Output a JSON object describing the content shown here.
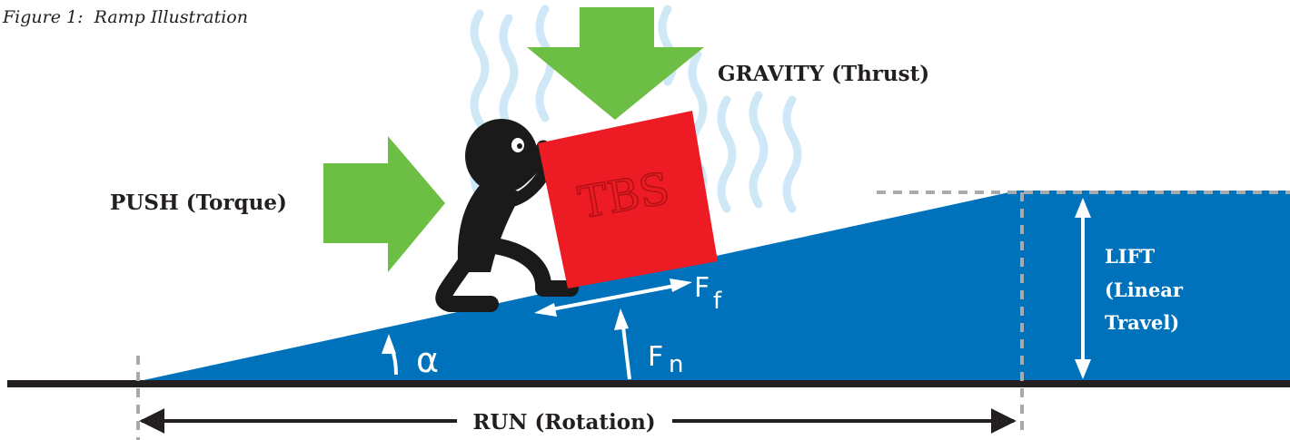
{
  "caption": "Figure 1:  Ramp Illustration",
  "labels": {
    "gravity": "GRAVITY (Thrust)",
    "push": "PUSH (Torque)",
    "run": "RUN (Rotation)",
    "lift_line1": "LIFT",
    "lift_line2": "(Linear",
    "lift_line3": "Travel)",
    "box_text": "TBS",
    "alpha": "α",
    "friction_base": "F",
    "friction_sub": "f",
    "normal_base": "F",
    "normal_sub": "n"
  },
  "colors": {
    "ramp": "#0072bc",
    "ground": "#231f20",
    "arrow_green": "#6cbe45",
    "box": "#ed1c24",
    "box_text": "#b01016",
    "figure": "#1a1a1a",
    "waves": "#cfe8f7",
    "dashed": "#a7a9ac",
    "force_arrows": "#ffffff"
  },
  "icons": {
    "person": "pushing-person-icon",
    "box": "tbs-box-icon"
  }
}
